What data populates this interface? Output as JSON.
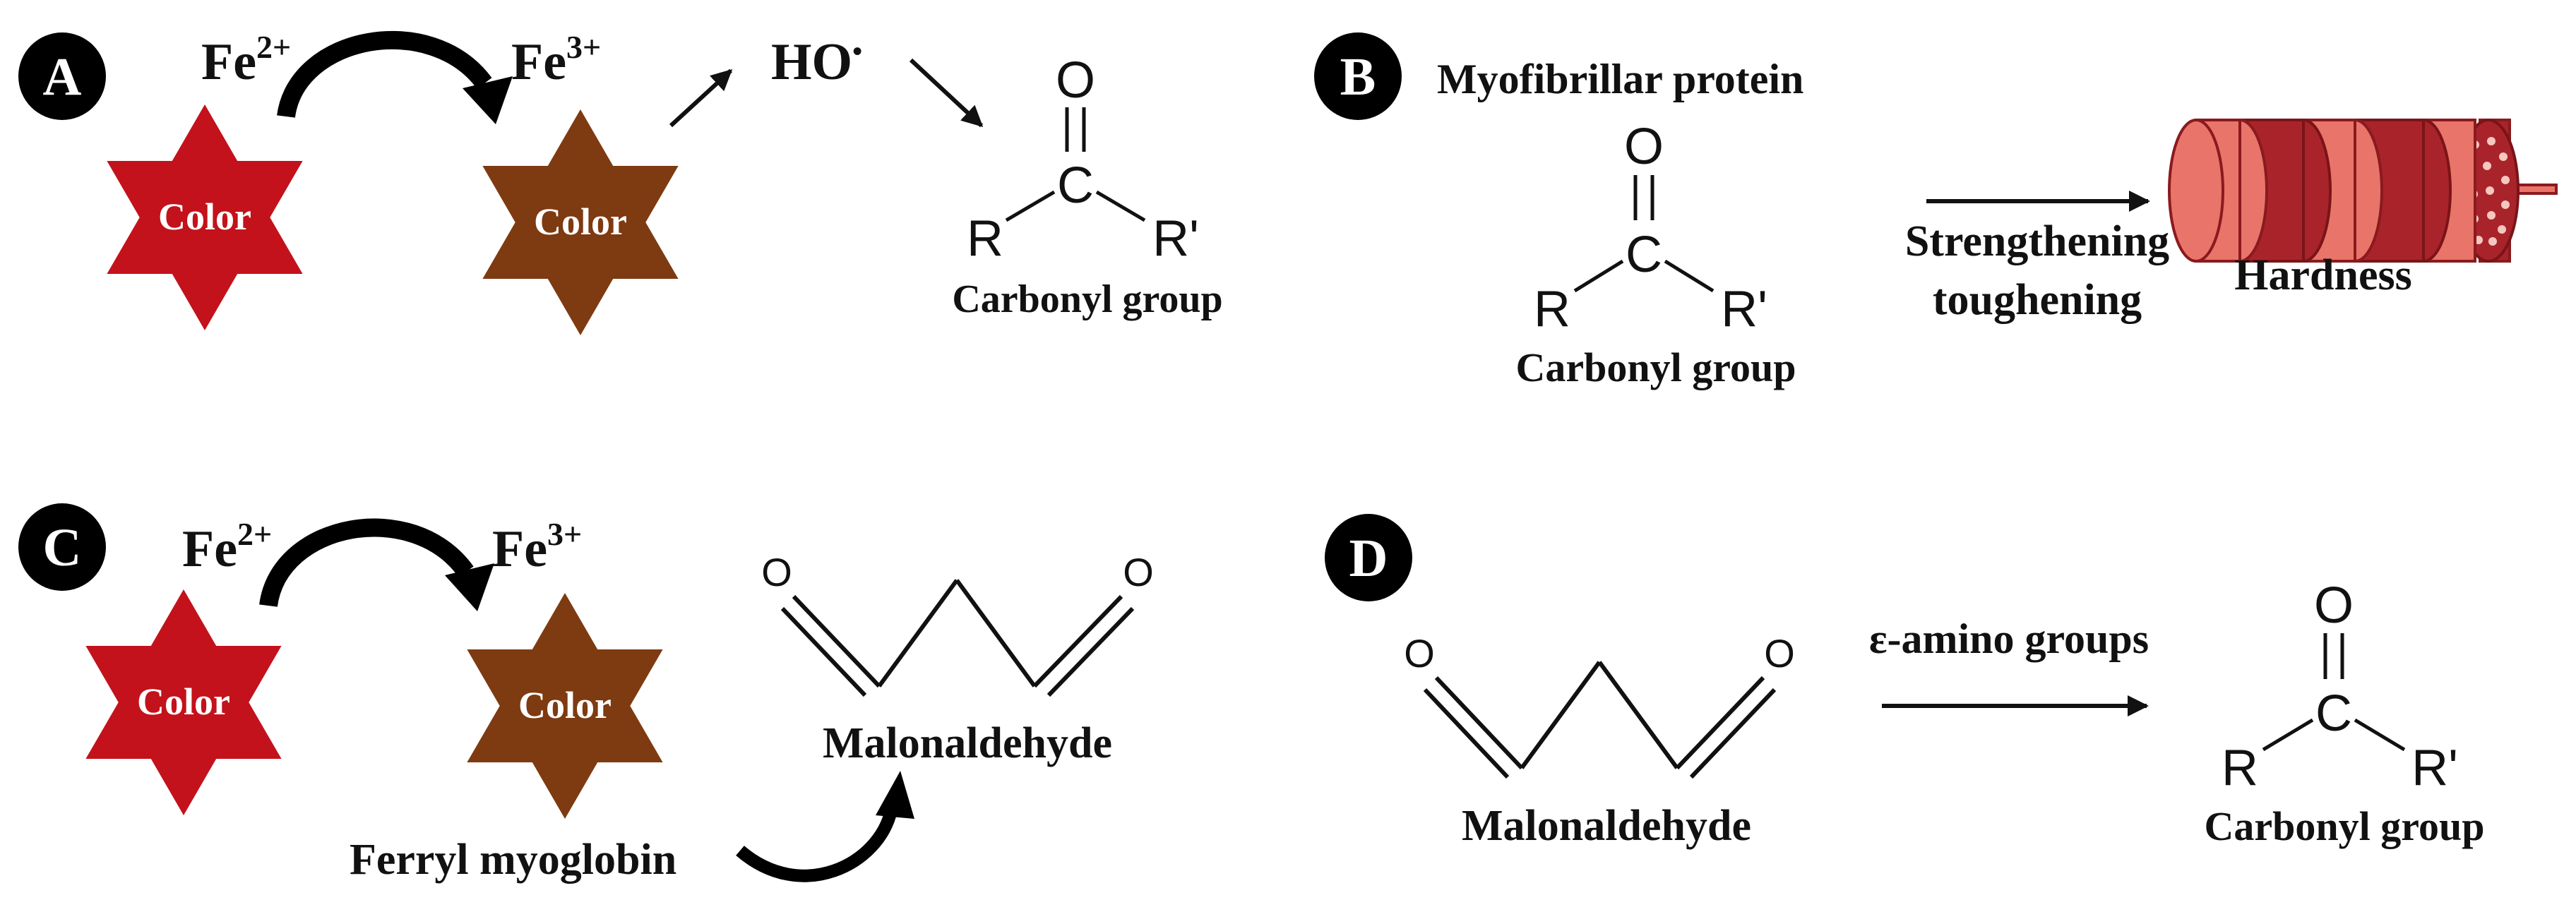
{
  "colors": {
    "fe2_star": "#c3121b",
    "fe3_star": "#7e3a10",
    "badge": "#000000",
    "muscle_light": "#e9756a",
    "muscle_dark": "#a9242a"
  },
  "panel_a": {
    "letter": "A",
    "fe2": "Fe",
    "fe2_charge": "2+",
    "fe3": "Fe",
    "fe3_charge": "3+",
    "star_label_1": "Color",
    "star_label_2": "Color",
    "radical": "HO",
    "radical_dot": "•",
    "carbonyl_o": "O",
    "carbonyl_c": "C",
    "carbonyl_r": "R",
    "carbonyl_r2": "R'",
    "carbonyl_label": "Carbonyl group"
  },
  "panel_b": {
    "letter": "B",
    "title": "Myofibrillar protein",
    "carbonyl_o": "O",
    "carbonyl_c": "C",
    "carbonyl_r": "R",
    "carbonyl_r2": "R'",
    "carbonyl_label": "Carbonyl group",
    "arrow_label_1": "Strengthening",
    "arrow_label_2": "toughening",
    "result_label": "Hardness",
    "muscle_icon": "muscle-fiber-icon"
  },
  "panel_c": {
    "letter": "C",
    "fe2": "Fe",
    "fe2_charge": "2+",
    "fe3": "Fe",
    "fe3_charge": "3+",
    "star_label_1": "Color",
    "star_label_2": "Color",
    "mda_o1": "O",
    "mda_o2": "O",
    "mda_label": "Malonaldehyde",
    "ferryl_label": "Ferryl myoglobin"
  },
  "panel_d": {
    "letter": "D",
    "mda_o1": "O",
    "mda_o2": "O",
    "mda_label": "Malonaldehyde",
    "arrow_label": "ε-amino groups",
    "carbonyl_o": "O",
    "carbonyl_c": "C",
    "carbonyl_r": "R",
    "carbonyl_r2": "R'",
    "carbonyl_label": "Carbonyl group"
  }
}
